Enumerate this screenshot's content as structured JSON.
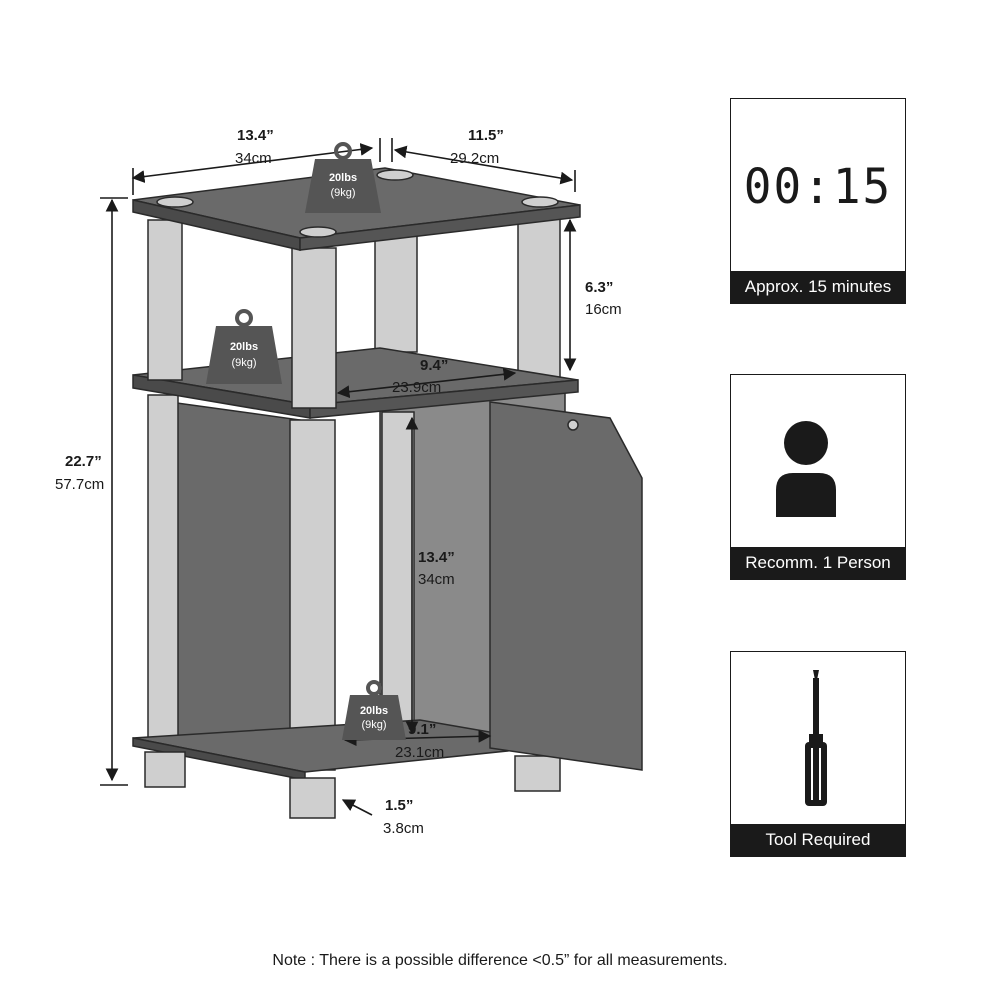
{
  "dimensions": {
    "width_in": "13.4”",
    "width_cm": "34cm",
    "depth_in": "11.5”",
    "depth_cm": "29.2cm",
    "height_in": "22.7”",
    "height_cm": "57.7cm",
    "top_shelf_height_in": "6.3”",
    "top_shelf_height_cm": "16cm",
    "middle_shelf_width_in": "9.4”",
    "middle_shelf_width_cm": "23.9cm",
    "cabinet_height_in": "13.4”",
    "cabinet_height_cm": "34cm",
    "bottom_width_in": "9.1”",
    "bottom_width_cm": "23.1cm",
    "leg_height_in": "1.5”",
    "leg_height_cm": "3.8cm"
  },
  "weights": [
    {
      "lbs": "20lbs",
      "kg": "(9kg)"
    },
    {
      "lbs": "20lbs",
      "kg": "(9kg)"
    },
    {
      "lbs": "20lbs",
      "kg": "(9kg)"
    }
  ],
  "info": {
    "timer_display": "00:15",
    "time_caption": "Approx. 15 minutes",
    "person_caption": "Recomm. 1 Person",
    "tool_caption": "Tool Required"
  },
  "note": "Note : There is a possible difference <0.5” for all measurements.",
  "colors": {
    "panel": "#666666",
    "leg": "#cfcfcf",
    "ink": "#1a1a1a"
  }
}
